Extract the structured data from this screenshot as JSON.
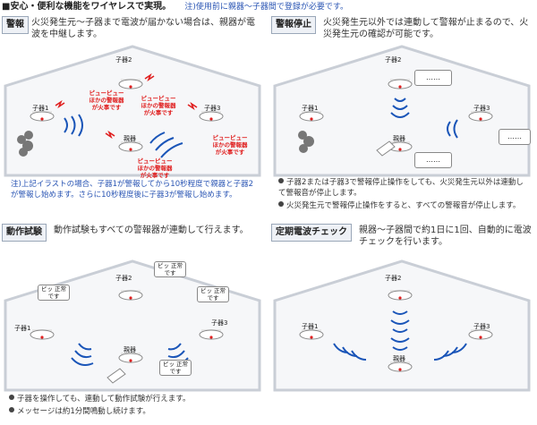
{
  "header": {
    "title": "■安心・便利な機能をワイヤレスで実現。",
    "note": "注)使用前に親器～子器間で登録が必要です。"
  },
  "tags": {
    "parent": "親器",
    "child1": "子器1",
    "child2": "子器2",
    "child3": "子器3"
  },
  "alarm_voice": "ピューピュー ほかの警報器が火事です",
  "panels": {
    "keiho": {
      "label": "警報",
      "desc": "火災発生元～子器まで電波が届かない場合は、親器が電波を中継します。",
      "note": "注)上記イラストの場合、子器1が警報してから10秒程度で親器と子器2が警報し始めます。さらに10秒程度後に子器3が警報し始めます。"
    },
    "teishi": {
      "label": "警報停止",
      "desc": "火災発生元以外では連動して警報が止まるので、火災発生元の確認が可能です。",
      "bubble": "……",
      "bullets": [
        "子器2または子器3で警報停止操作をしても、火災発生元以外は連動して警報音が停止します。",
        "火災発生元で警報停止操作をすると、すべての警報音が停止します。"
      ]
    },
    "test": {
      "label": "動作試験",
      "desc": "動作試験もすべての警報器が連動して行えます。",
      "bubble": "ピッ 正常です",
      "bullets": [
        "子器を操作しても、連動して動作試験が行えます。",
        "メッセージは約1分間鳴動し続けます。"
      ]
    },
    "check": {
      "label": "定期電波チェック",
      "desc": "親器～子器間で約1日に1回、自動的に電波チェックを行います。"
    }
  },
  "colors": {
    "accent": "#2b56b4",
    "alarm": "#e02020",
    "wave": "#1a55b8",
    "roof": "#c9ced6"
  }
}
